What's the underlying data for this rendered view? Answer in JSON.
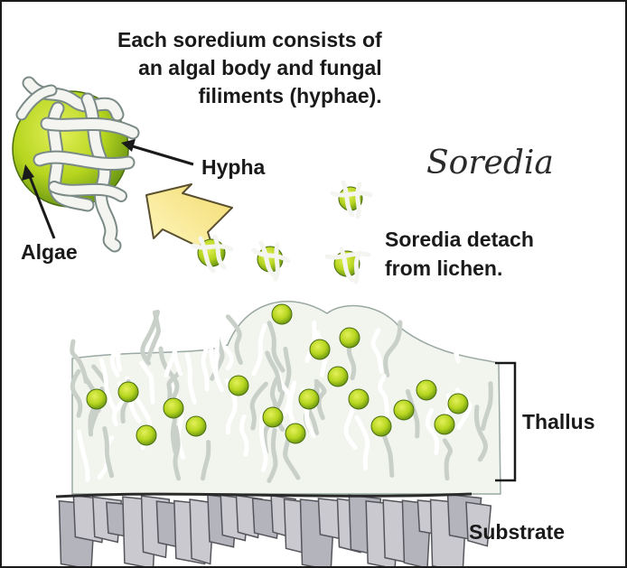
{
  "heading": {
    "line1": "Each soredium consists of",
    "line2": "an algal body and fungal",
    "line3": "filiments (hyphae)."
  },
  "labels": {
    "hypha": "Hypha",
    "algae": "Algae",
    "soredia_title": "Soredia",
    "detach_line1": "Soredia detach",
    "detach_line2": "from lichen.",
    "thallus": "Thallus",
    "substrate": "Substrate"
  },
  "colors": {
    "algae_green": "#b6d51f",
    "algae_dark": "#5e8a12",
    "hypha_white": "#f4f4f0",
    "hypha_outline": "#7a8a86",
    "arrow_yellow": "#f6e58a",
    "rock_gray": "#c9c9cf",
    "rock_dark": "#6b6b72",
    "ink": "#1a1a1a"
  }
}
